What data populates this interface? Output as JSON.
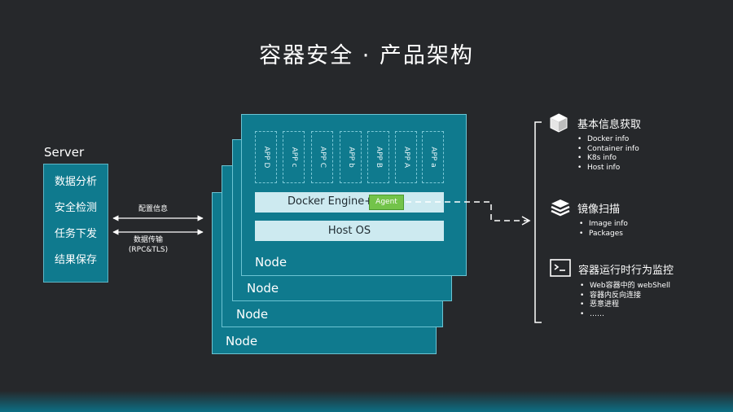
{
  "title": "容器安全 · 产品架构",
  "server": {
    "label": "Server",
    "items": [
      "数据分析",
      "安全检测",
      "任务下发",
      "结果保存"
    ]
  },
  "connection": {
    "top_label": "配置信息",
    "bottom_label_line1": "数据传输",
    "bottom_label_line2": "(RPC&TLS)"
  },
  "nodes": {
    "node_label": "Node",
    "apps": [
      "APP D",
      "APP c",
      "APP C",
      "APP b",
      "APP B",
      "APP A",
      "APP a"
    ],
    "engine_label": "Docker Engine+",
    "agent_label": "Agent",
    "host_os_label": "Host OS"
  },
  "sections": [
    {
      "title": "基本信息获取",
      "icon": "cube-icon",
      "bullets": [
        "Docker info",
        "Container info",
        "K8s info",
        "Host info"
      ]
    },
    {
      "title": "镜像扫描",
      "icon": "layers-icon",
      "bullets": [
        "Image info",
        "Packages"
      ]
    },
    {
      "title": "容器运行时行为监控",
      "icon": "terminal-icon",
      "bullets": [
        "Web容器中的 webShell",
        "容器内反向连接",
        "恶意进程",
        "……"
      ]
    }
  ],
  "colors": {
    "background": "#26282b",
    "node_fill": "#0f7a8e",
    "bar_fill": "#cdeaf0",
    "agent_fill": "#73c34a"
  }
}
